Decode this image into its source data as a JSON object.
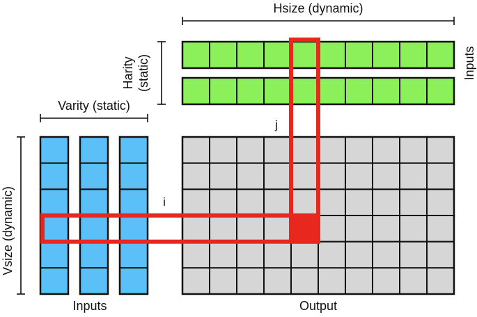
{
  "labels": {
    "hsize": "Hsize (dynamic)",
    "harity_line1": "Harity",
    "harity_line2": "(static)",
    "inputs_right": "Inputs",
    "varity": "Varity (static)",
    "vsize": "Vsize (dynamic)",
    "inputs_bottom": "Inputs",
    "output": "Output",
    "i": "i",
    "j": "j"
  },
  "colors": {
    "h_inputs": "#8cf05a",
    "v_inputs": "#5ac0f7",
    "output": "#d6d6d6",
    "highlight": "#e8271f",
    "stroke": "#111111"
  },
  "grid": {
    "output_rows": 6,
    "output_cols": 10,
    "h_input_rows": 2,
    "h_input_cells": 10,
    "v_input_cols": 3,
    "v_input_cells": 6,
    "highlight_row": 3,
    "highlight_col": 4
  }
}
